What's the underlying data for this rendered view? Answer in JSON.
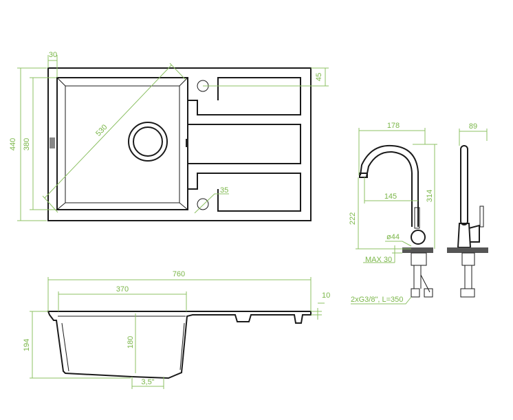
{
  "title": "Sink and faucet dimension drawing",
  "colors": {
    "dimension": "#7ab648",
    "outline": "#1a1a1a"
  },
  "top_view": {
    "overall_depth": "440",
    "bowl_depth": "380",
    "rim_offset": "30",
    "bowl_diagonal": "530",
    "tap_hole_offset": "45",
    "tap_hole_diameter": "35"
  },
  "side_view": {
    "overall_width": "760",
    "bowl_width": "370",
    "rim_thickness": "10",
    "overall_height": "194",
    "bowl_height": "180",
    "drain_size": "3,5\""
  },
  "faucet": {
    "width": "178",
    "side_width": "89",
    "height": "314",
    "spout_height": "222",
    "spout_reach": "145",
    "base_diameter": "ø44",
    "max_counter_thickness": "MAX 30",
    "hoses": "2xG3/8\", L=350"
  }
}
